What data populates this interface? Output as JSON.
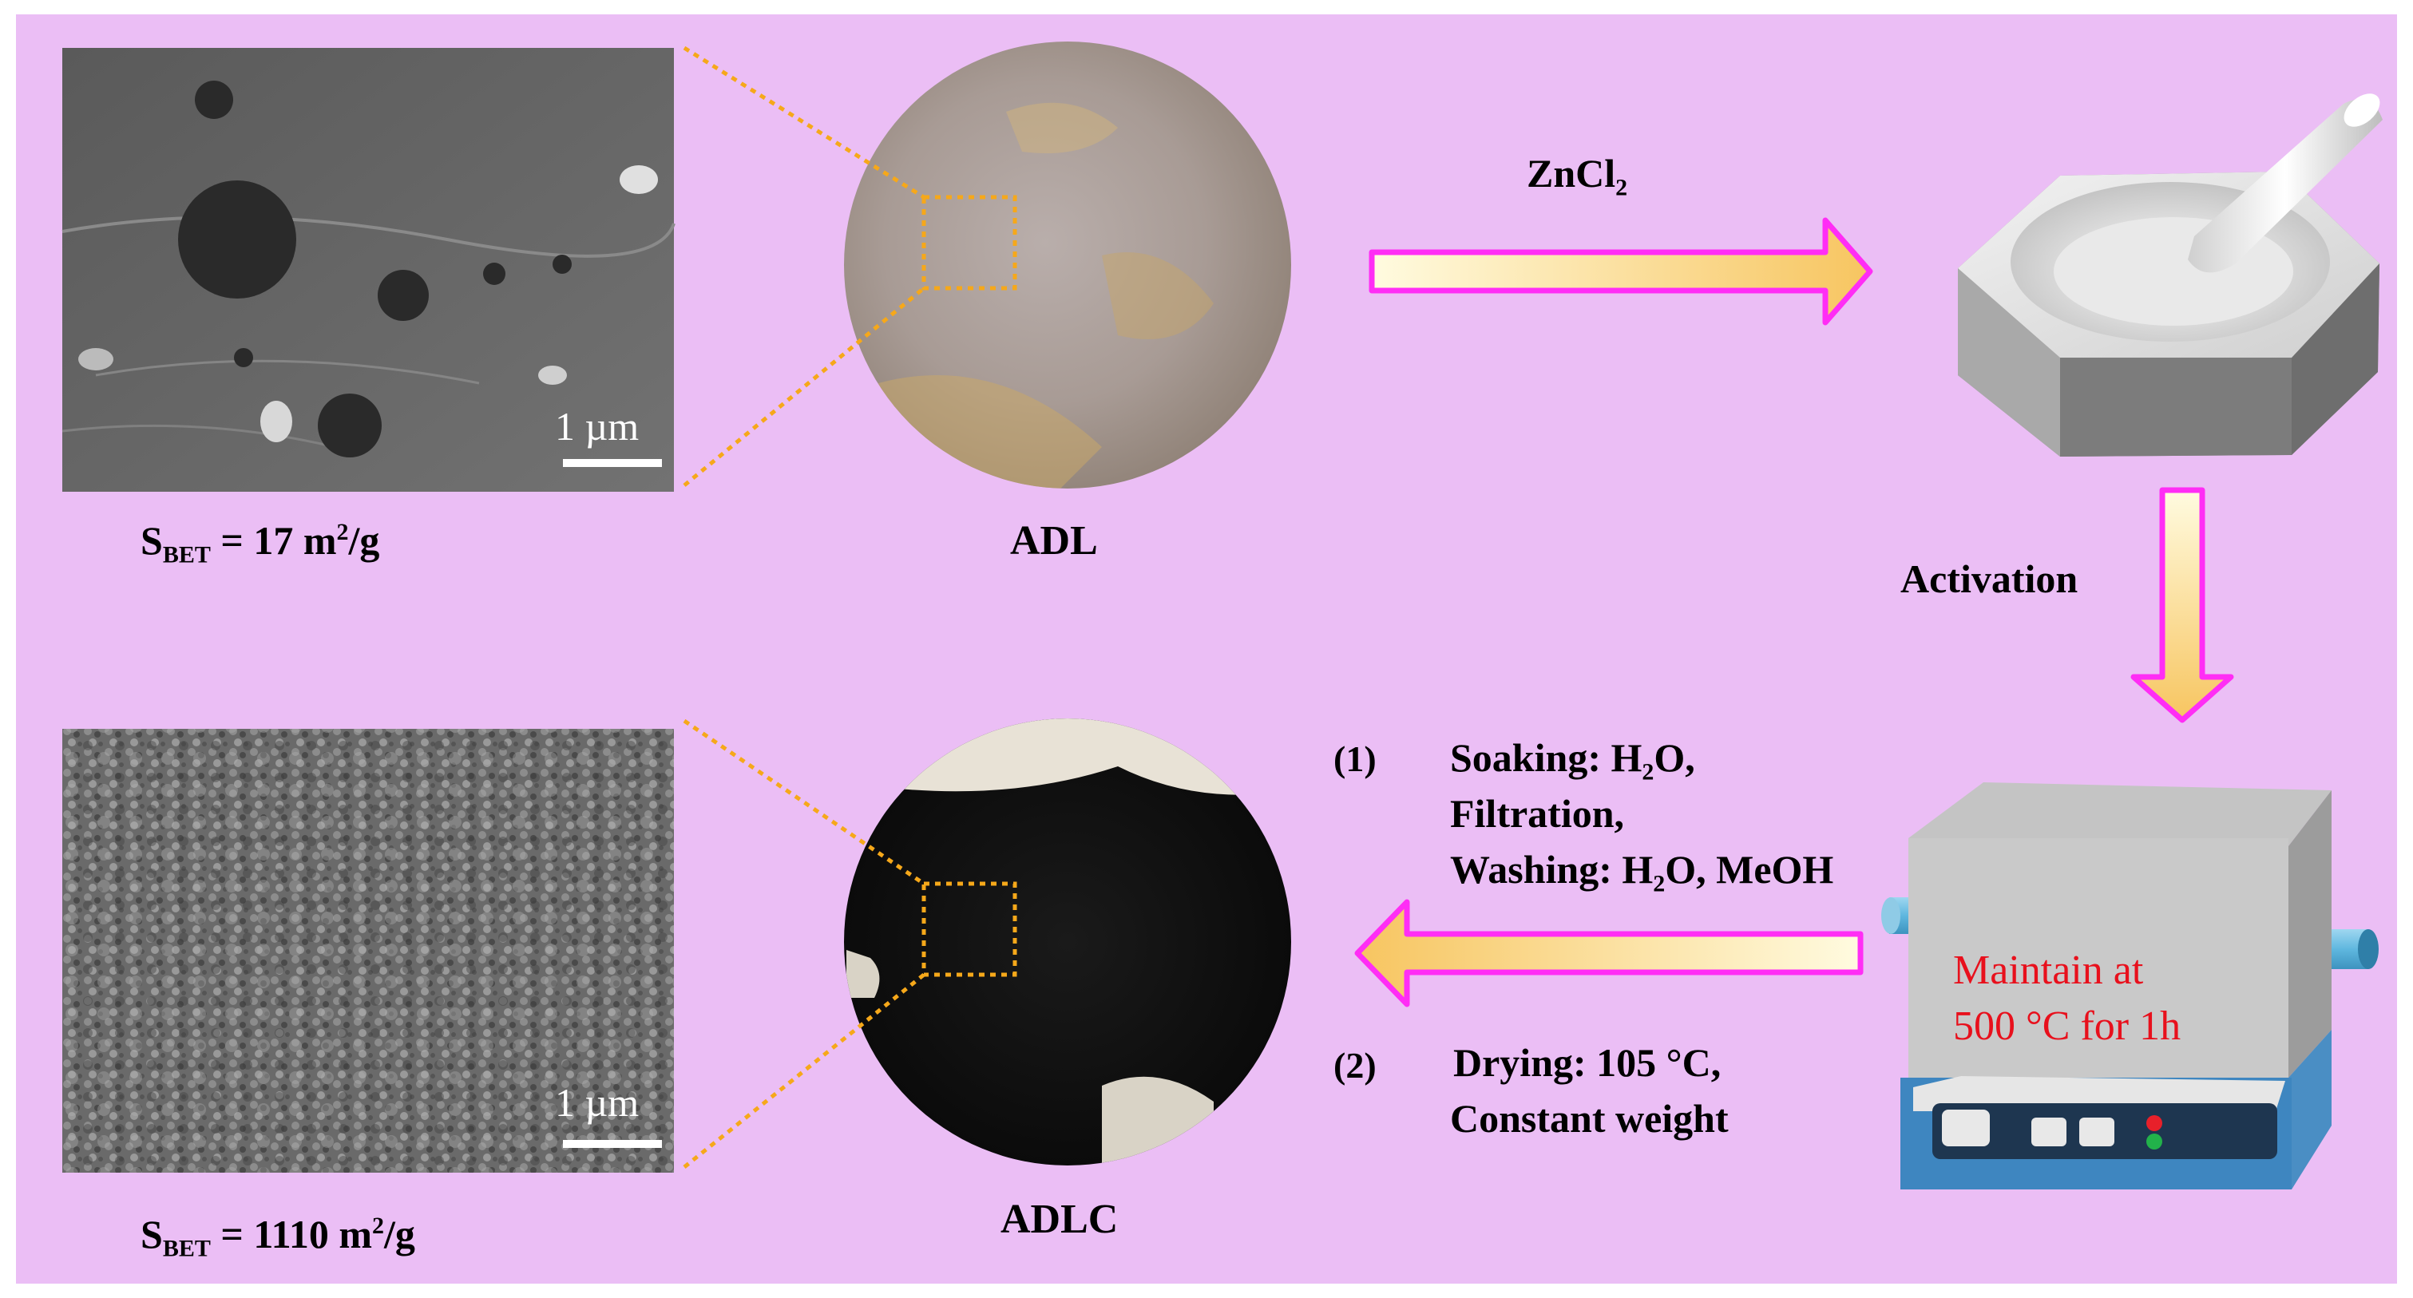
{
  "sem_top": {
    "scale_label": "1 µm"
  },
  "sem_bottom": {
    "scale_label": "1 µm"
  },
  "sbet_top": {
    "prefix": "S",
    "sub": "BET",
    "value": " = 17 m",
    "sup": "2",
    "suffix": "/g"
  },
  "sbet_bottom": {
    "prefix": "S",
    "sub": "BET",
    "value": " = 1110 m",
    "sup": "2",
    "suffix": "/g"
  },
  "sample_top_label": "ADL",
  "sample_bottom_label": "ADLC",
  "reagent": {
    "main": "ZnCl",
    "sub": "2"
  },
  "activation_label": "Activation",
  "furnace": {
    "line1": "Maintain at",
    "line2": "500 °C  for 1h"
  },
  "step1": {
    "number": "(1)",
    "soak_pre": "Soaking: H",
    "soak_sub": "2",
    "soak_post": "O,",
    "filtration": "Filtration,",
    "wash_pre": "Washing: H",
    "wash_sub": "2",
    "wash_post": "O, MeOH"
  },
  "step2": {
    "number": "(2)",
    "drying": "Drying: 105 °C,",
    "constant": "Constant weight"
  },
  "colors": {
    "background": "#ebbef5",
    "arrow_stroke": "#ff2df5",
    "arrow_fill_start": "#fffbe0",
    "arrow_fill_end": "#f7c560",
    "dotted_lines": "#f6a81a",
    "furnace_text": "#e8101c"
  }
}
